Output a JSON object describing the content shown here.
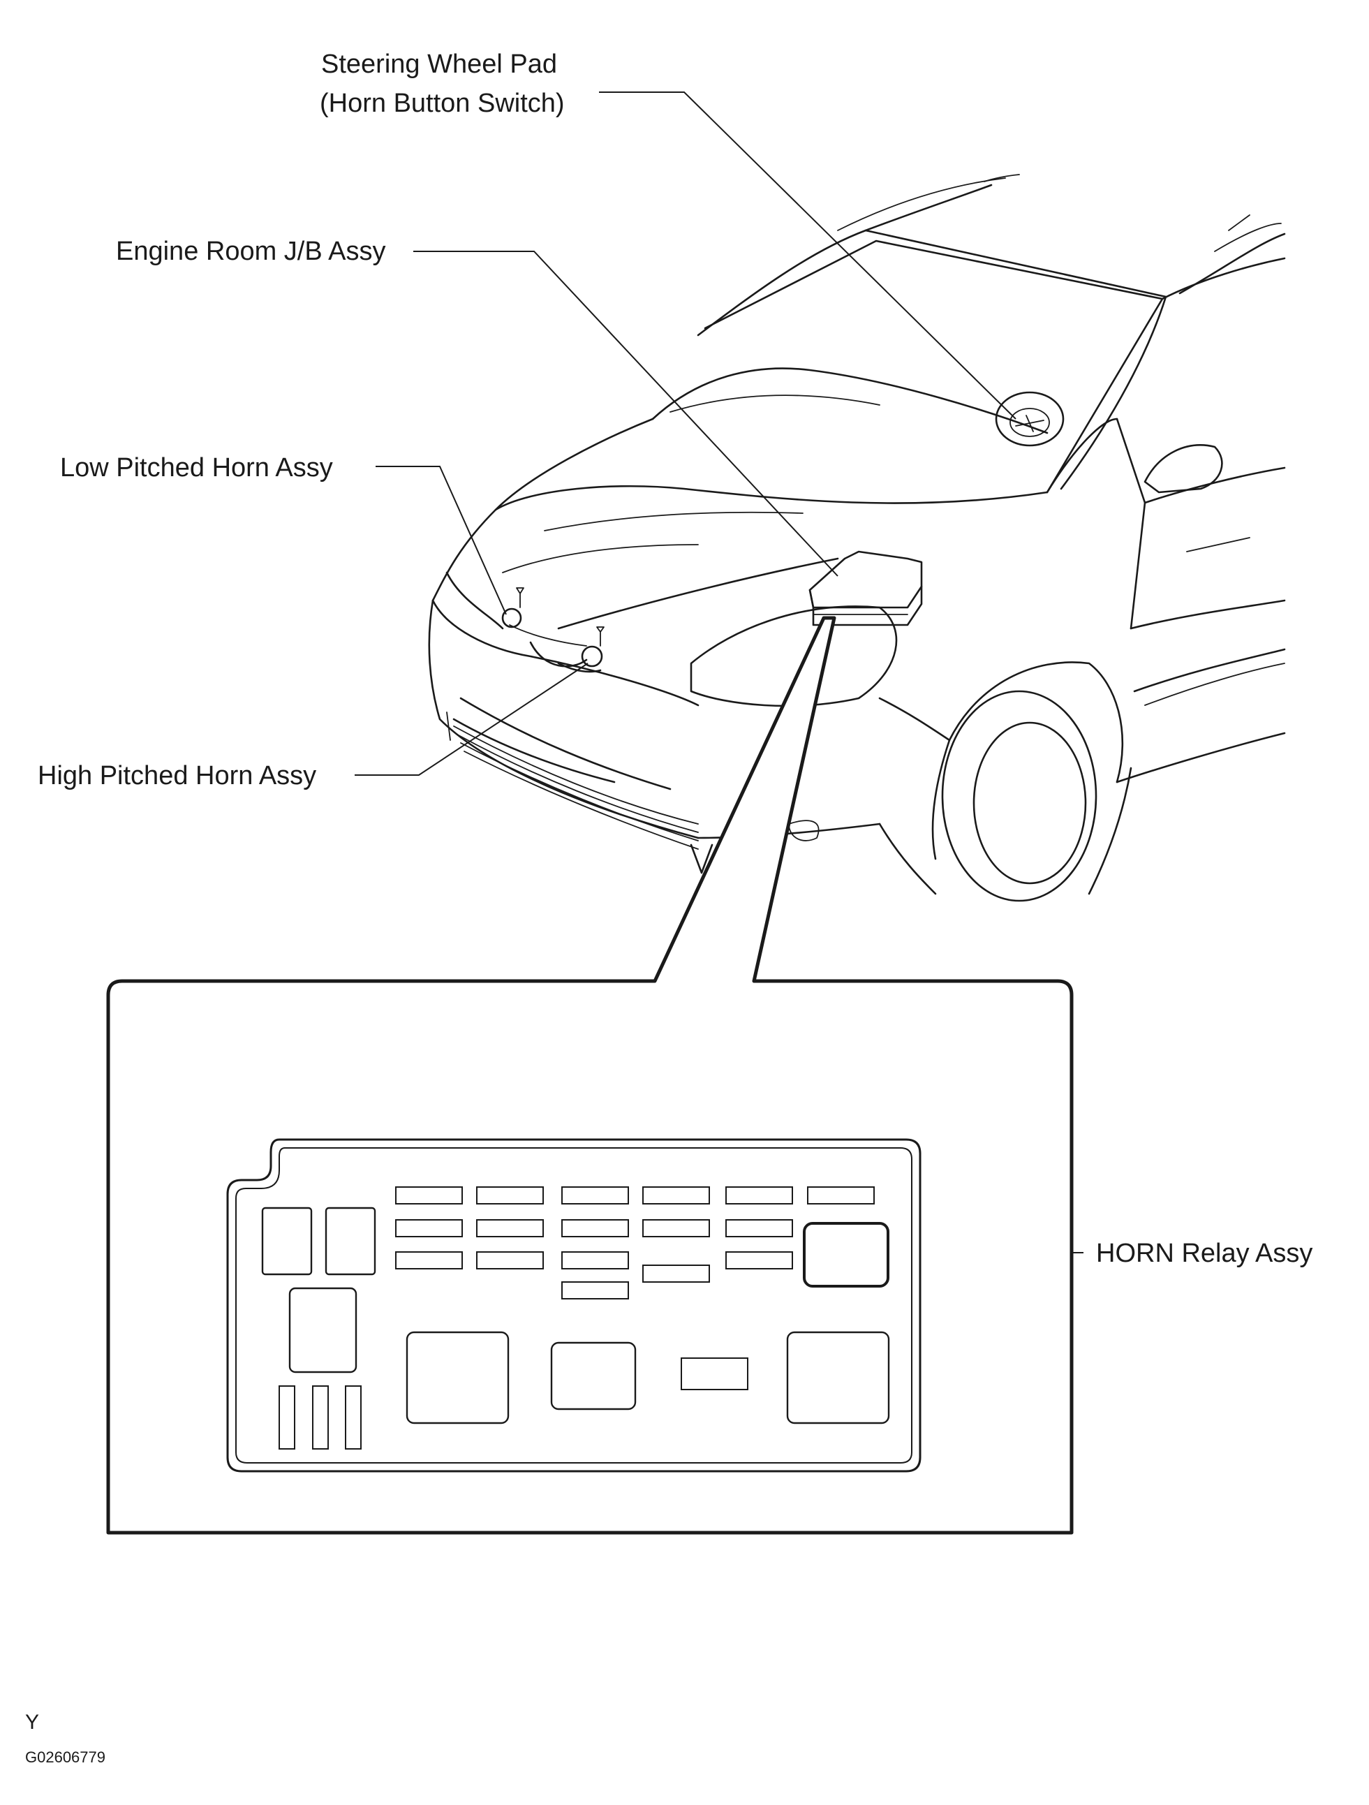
{
  "labels": {
    "steering_wheel_pad_line1": "Steering Wheel Pad",
    "steering_wheel_pad_line2": "(Horn Button Switch)",
    "engine_room_jb": "Engine Room J/B Assy",
    "low_pitched_horn": "Low Pitched Horn Assy",
    "high_pitched_horn": "High Pitched Horn Assy",
    "horn_relay": "HORN Relay Assy"
  },
  "footer": {
    "letter": "Y",
    "code": "G02606779"
  }
}
